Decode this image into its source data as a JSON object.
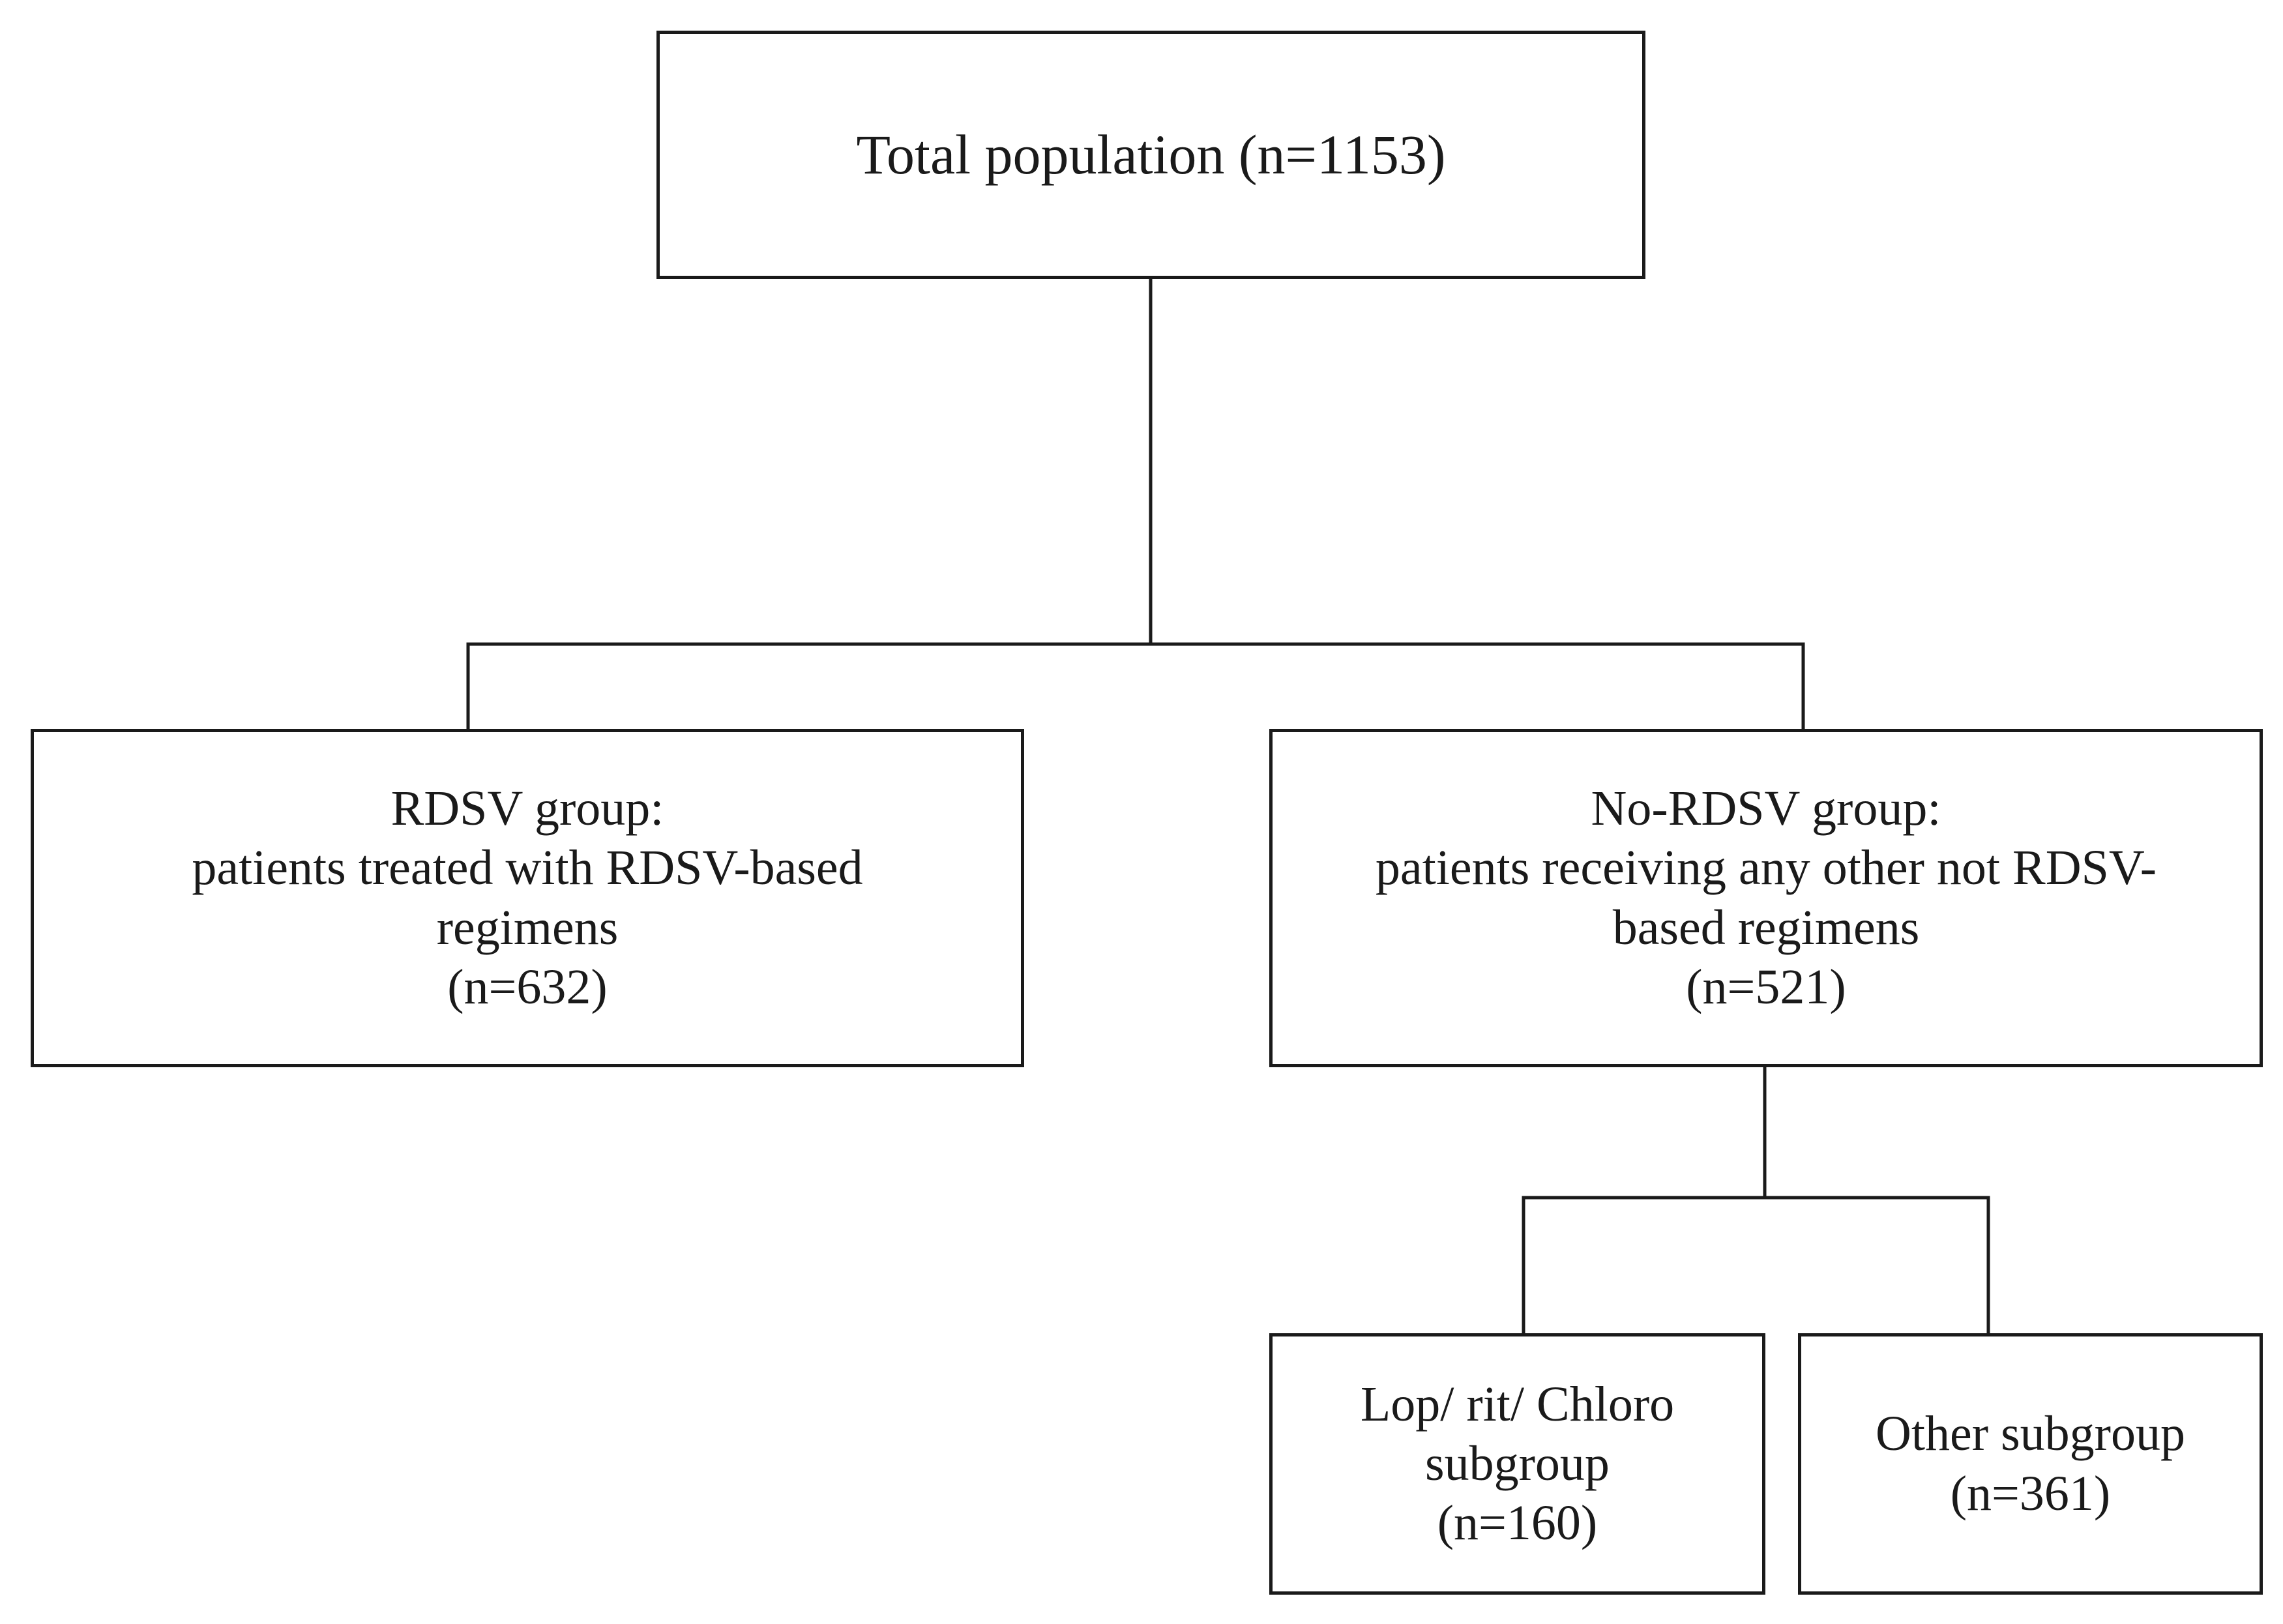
{
  "nodes": {
    "total": {
      "lines": [
        "Total population (n=1153)"
      ]
    },
    "rdsv": {
      "lines": [
        "RDSV group:",
        "patients treated with RDSV-based",
        "regimens",
        "(n=632)"
      ]
    },
    "no_rdsv": {
      "lines": [
        "No-RDSV group:",
        "patients receiving any other not RDSV-",
        "based regimens",
        "(n=521)"
      ]
    },
    "lop_rit_chloro": {
      "lines": [
        "Lop/ rit/ Chloro",
        "subgroup",
        "(n=160)"
      ]
    },
    "other": {
      "lines": [
        "Other subgroup",
        "(n=361)"
      ]
    }
  },
  "colors": {
    "stroke": "#1a1a1a",
    "background": "#ffffff"
  }
}
